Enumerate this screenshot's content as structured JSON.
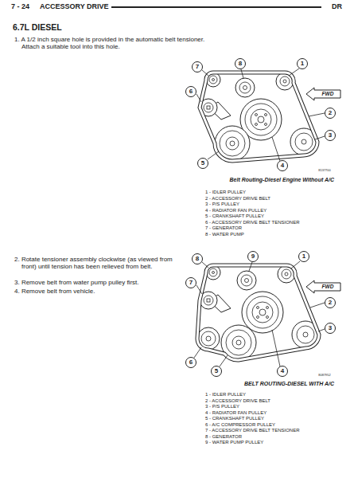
{
  "diagram": {
    "title": "6.7L DIESEL",
    "labels": [
      "7 - 24",
      "ACCESSORY DRIVE",
      "DR",
      "1. A 1/2 inch square hole is provided in the automatic belt tensioner. Attach a suitable tool into this hole.",
      "7",
      "8",
      "1",
      "6",
      "2",
      "3",
      "5",
      "4",
      "FWD",
      "8137700",
      "Belt Routing-Diesel Engine Without A/C",
      "1 - IDLER PULLEY",
      "2 - ACCESSORY DRIVE BELT",
      "3 - P/S PULLEY",
      "4 - RADIATOR FAN PULLEY",
      "5 - CRANKSHAFT PULLEY",
      "6 - ACCESSORY DRIVE BELT TENSIONER",
      "7 - GENERATOR",
      "8 - WATER PUMP",
      "2. Rotate tensioner assembly clockwise (as viewed from front) until tension has been relieved from belt.",
      "3. Remove belt from water pump pulley first.",
      "4. Remove belt from vehicle.",
      "8",
      "9",
      "1",
      "7",
      "2",
      "3",
      "6",
      "5",
      "4",
      "FWD",
      "8087952",
      "BELT ROUTING-DIESEL WITH A/C",
      "1 - IDLER PULLEY",
      "2 - ACCESSORY DRIVE BELT",
      "3 - P/S PULLEY",
      "4 - RADIATOR FAN PULLEY",
      "5 - CRANKSHAFT PULLEY",
      "6 - A/C COMPRESSOR PULLEY",
      "7 - ACCESSORY DRIVE BELT TENSIONER",
      "8 - GENERATOR",
      "9 - WATER PUMP PULLEY"
    ]
  }
}
